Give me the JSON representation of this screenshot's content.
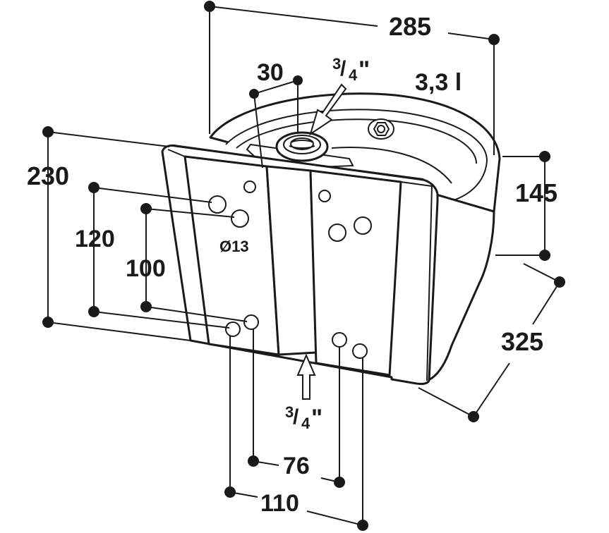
{
  "dimensions": {
    "width_top": "285",
    "overall_height": "230",
    "bowl_depth": "145",
    "depth": "325",
    "bolt_spacing_vertical_outer": "120",
    "bolt_spacing_vertical_inner": "100",
    "bolt_spacing_horizontal_inner": "76",
    "bolt_spacing_horizontal_outer": "110",
    "inlet_offset": "30",
    "hole_diameter": "Ø13"
  },
  "volume": "3,3 l",
  "thread_top": {
    "num": "3",
    "den": "4",
    "mark": "\""
  },
  "thread_bottom": {
    "num": "3",
    "den": "4",
    "mark": "\""
  }
}
